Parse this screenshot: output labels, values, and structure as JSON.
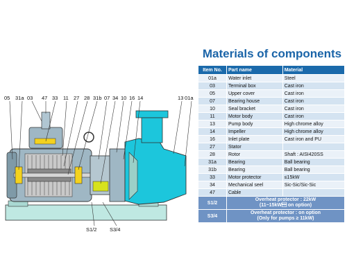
{
  "diagram": {
    "labels": [
      "05",
      "31a",
      "03",
      "47",
      "33",
      "11",
      "27",
      "28",
      "31b",
      "07",
      "34",
      "10",
      "16",
      "14",
      "13",
      "01a",
      "S1/2",
      "S3/4"
    ]
  },
  "title": "Materials of components",
  "table": {
    "headers": [
      "Item No.",
      "Part name",
      "Material"
    ],
    "rows": [
      {
        "no": "01a",
        "part": "Water inlet",
        "material": "Steel"
      },
      {
        "no": "03",
        "part": "Terminal box",
        "material": "Cast iron"
      },
      {
        "no": "05",
        "part": "Upper cover",
        "material": "Cast iron"
      },
      {
        "no": "07",
        "part": "Bearing house",
        "material": "Cast iron"
      },
      {
        "no": "10",
        "part": "Seal bracket",
        "material": "Cast iron"
      },
      {
        "no": "11",
        "part": "Motor body",
        "material": "Cast iron"
      },
      {
        "no": "13",
        "part": "Pump body",
        "material": "High chrome alloy"
      },
      {
        "no": "14",
        "part": "Impeller",
        "material": "High chrome alloy"
      },
      {
        "no": "16",
        "part": "Inlet plate",
        "material": "Cast iron and PU"
      },
      {
        "no": "27",
        "part": "Stator",
        "material": ""
      },
      {
        "no": "28",
        "part": "Rotor",
        "material": "Shaft : AISI420SS"
      },
      {
        "no": "31a",
        "part": "Bearing",
        "material": "Ball bearing"
      },
      {
        "no": "31b",
        "part": "Bearing",
        "material": "Ball bearing"
      },
      {
        "no": "33",
        "part": "Motor protector",
        "material": "≤15kW"
      },
      {
        "no": "34",
        "part": "Mechanical seel",
        "material": "Sic-Sic/Sic-Sic"
      },
      {
        "no": "47",
        "part": "Cable",
        "material": ""
      }
    ],
    "notes": [
      {
        "no": "S1/2",
        "line1": "Overheat protector : 22kW",
        "line2": "(11~15kW\u0001 on option)"
      },
      {
        "no": "S3/4",
        "line1": "Overheat protector : on option",
        "line2": "(Only for pumps ≥ 11kW)"
      }
    ]
  }
}
